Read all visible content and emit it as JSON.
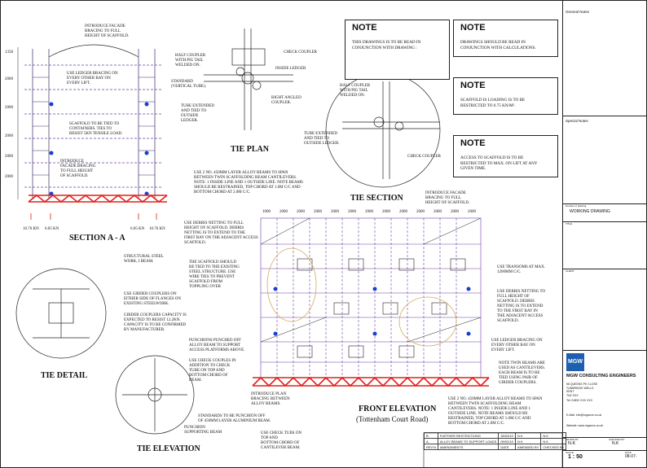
{
  "section_aa": {
    "title": "SECTION A - A",
    "dimensions": [
      "1358",
      "2000",
      "2000",
      "2000",
      "2000",
      "2000"
    ],
    "loads": [
      "10.76 kN",
      "6.05 kN",
      "6.05 kN",
      "10.76 kN"
    ],
    "notes": {
      "facade": "INTRODUCE FACADE\nBRACING TO FULL\nHEIGHT OF SCAFFOLD.",
      "ledger": "USE LEDGER BRACING ON\nEVERY OTHER BAY ON\nEVERY LIFT.",
      "tie": "SCAFFOLD TO BE TIED TO\nCONTAINERS. TIES TO\nRESIST 5kN TENSILE LOAD.",
      "facade2": "INTRODUCE\nFACADE BRACING\nTO FULL HEIGHT\nOF SCAFFOLD."
    }
  },
  "tie_plan": {
    "title": "TIE PLAN",
    "notes": {
      "half_coupler": "HALF COUPLER\nWITH PIG TAIL\nWELDED ON.",
      "check": "CHECK COUPLER",
      "inside_ledger": "INSIDE LEDGER",
      "standard": "STANDARD\n(VERTICAL TUBE).",
      "right_angled": "RIGHT ANGLED\nCOUPLER.",
      "tube": "TUBE EXTENDED\nAND TIED TO\nOUTSIDE\nLEDGER."
    }
  },
  "tie_section": {
    "title": "TIE SECTION",
    "notes": {
      "half_coupler": "HALF COUPLER\nWITH PIG TAIL\nWELDED ON.",
      "tube": "TUBE EXTENDED\nAND TIED TO\nOUTSIDE LEDGER.",
      "check": "CHECK COUPLER"
    }
  },
  "beams_note": "USE 2 No. 450mm LAYER ALLOY BEAMS TO SPAN\nBETWEEN TWIN SCAFFOLDING BEAM CANTILEVERS.\nNOTE: 1 INSIDE LINE AND 1 OUTSIDE LINE. NOTE BEAMS\nSHOULD BE RESTRAINED, TOP CHORD AT 1.0m c/c AND\nBOTTOM CHORD AT 2.0m c/c.",
  "notes": [
    {
      "title": "NOTE",
      "text": "THIS DRAWINGS IS TO BE READ IN\nCONJUNCTION WITH DRAWING :"
    },
    {
      "title": "NOTE",
      "text": "DRAWINGS SHOULD BE READ IN\nCONJUNCTION WITH CALCULATIONS."
    },
    {
      "title": "NOTE",
      "text": "SCAFFOLD IS LOADING IS TO BE\nRESTRICTED TO 0.75 kN/m²."
    },
    {
      "title": "NOTE",
      "text": "ACCESS TO SCAFFOLD IS TO BE\nRESTRICTED TO Max. ON LIFT AT ANY\nGIVEN TIME."
    }
  ],
  "front_elevation": {
    "title": "FRONT ELEVATION",
    "subtitle": "(Tottenham Court Road)",
    "bay_dims": [
      "1000",
      "2000",
      "2000",
      "2000",
      "2000",
      "2000",
      "2000",
      "2000",
      "2000",
      "2000",
      "2000",
      "2000",
      "2000"
    ],
    "notes": {
      "facade_top": "INTRODUCE FACADE\nBRACING TO FULL\nHEIGHT OF SCAFFOLD.",
      "debris_left": "USE DEBRIS NETTING TO FULL\nHEIGHT OF SCAFFOLD. DEBRIS\nNETTING IS TO EXTEND TO THE\nFIRST BAY ON THE ADJACENT ACCESS\nSCAFFOLD.",
      "tied": "THE SCAFFOLD SHOULD\nBE TIED TO THE EXISTING\nSTEEL STRUCTURE. USE\nWIRE TIES TO PREVENT\nSCAFFOLD FROM\nTOPPLING OVER",
      "transoms": "USE TRANSOMS AT Max.\n1200mm c/c.",
      "debris_right": "USE DEBRIS NETTING TO\nFULL HEIGHT OF\nSCAFFOLD. DEBRIS\nNETTING IS TO EXTEND\nTO THE FIRST BAY IN\nTHE ADJACENT ACCESS\nSCAFFOLD.",
      "ledger": "USE LEDGER BRACING ON\nEVERY OTHER BAY ON\nEVERY LIFT.",
      "twin": "NOTE TWIN BEAMS ARE\nUSED AS CANTILEVERS.\nEACH BEAM IS TO BE\nTIED USING PAIR OF\nGIRDER COUPLERS.",
      "punch": "PUNCHIONS PUNCHED OFF\nALLOY BEAM TO SUPPORT\nACCESS PLATFORMS ABOVE.",
      "check_couples": "USE CHECK COUPLES IN\nADDITION TO CHECK\nTUBE ON TOP AND\nBOTTOM CHORD OF\nBEAM.",
      "plan_bracing": "INTRODUCE PLAN\nBRACING BETWEEN\nALLOY BEAMS.",
      "standards": "STANDARDS TO BE PUNCHION OFF\nOF 450mm LAYER ALUMINIUM BEAM.",
      "check_tubs": "USE CHECK TUBS ON\nTOP AND\nBOTTOM CHORD OF\nCANTILEVER BEAM.",
      "beams2": "USE 2 No. 450mm LAYER ALLOY BEAMS TO SPAN\nBETWEEN TWIN SCAFFOLDING BEAM\nCANTILEVERS. NOTE: 1 INSIDE LINE AND 1\nOUTSIDE LINE. NOTE BEAMS SHOULD BE\nRESTRAINED, TOP CHORD AT 1.0m c/c AND\nBOTTOM CHORD AT 2.0m c/c."
    }
  },
  "tie_detail": {
    "title": "TIE DETAIL",
    "notes": {
      "steel": "STRUCTURAL STEEL\nWORK, I BEAM.",
      "girder": "USE GIRDER COUPLERS ON\nEITHER SIDE OF FLANGES ON\nEXISTING STEELWORK.",
      "capacity": "GIRDER COUPLERS CAPACITY IS\nEXPECTED TO RESIST 12.2kN.\nCAPACITY IS TO BE CONFIRMED\nBY MANUFACTURER."
    }
  },
  "tie_elevation": {
    "title": "TIE ELEVATION",
    "notes": {
      "punchion": "PUNCHION\nSUPPORTING BEAM"
    }
  },
  "title_block": {
    "general_notes": "General Notes",
    "special_notes": "Special Notes",
    "number_drawing": "Number of drawing",
    "drawing_type": "WORKING DRAWING",
    "title_label": "TITLE",
    "client_label": "CLIENT",
    "company": "MGW CONSULTING ENGINEERS",
    "logo": "MGW",
    "address": "58 QUEENS PK CLOSE\nTUNBRIDGE WELLS\nKENT\nTN2 XXX",
    "tel": "Tel: 01892 XXX XXX",
    "email": "E-Mail: info@mgwcce.co.uk",
    "website": "Website: www.mgwcce.co.uk",
    "drawn_label": "DRAWN BY",
    "drawn": "N.K",
    "scale_label": "SCALE",
    "scale": "1 : 50",
    "date_label": "DATE",
    "date": "08-07-",
    "checked_label": "CHECKED BY",
    "checked": "N.K"
  },
  "revisions": {
    "headers": [
      "REV'N",
      "AMENDMENTS",
      "DATE",
      "AMENDED BY",
      "CHECKED BY"
    ],
    "rows": [
      [
        "B",
        "FURTHER RESTRICTIONS",
        "26/03/10",
        "N.K",
        "N.K"
      ],
      [
        "A",
        "ALLOY BEAMS TO SUPPORT LOADS",
        "09/02/10",
        "N.K",
        "N.K"
      ]
    ]
  }
}
